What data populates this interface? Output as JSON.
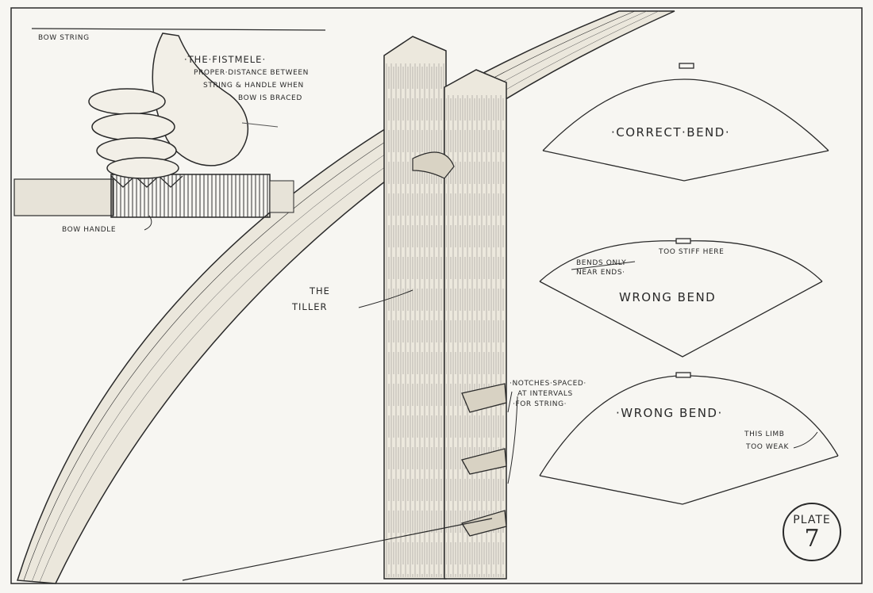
{
  "labels": {
    "bow_string": "BOW STRING",
    "fistmele_title": "·THE·FISTMELE·",
    "fistmele_line1": "PROPER·DISTANCE BETWEEN",
    "fistmele_line2": "STRING & HANDLE WHEN",
    "fistmele_line3": "BOW IS BRACED",
    "bow_handle": "BOW HANDLE",
    "tiller_line1": "THE",
    "tiller_line2": "TILLER",
    "correct_bend": "·CORRECT·BEND·",
    "too_stiff": "TOO STIFF HERE",
    "bends_only_line1": "BENDS ONLY",
    "bends_only_line2": "NEAR ENDS·",
    "wrong_bend_1": "WRONG BEND",
    "wrong_bend_2": "·WRONG BEND·",
    "limb_weak_line1": "THIS LIMB",
    "limb_weak_line2": "TOO WEAK",
    "notches_line1": "·NOTCHES·SPACED·",
    "notches_line2": "AT INTERVALS",
    "notches_line3": "·FOR STRING·",
    "plate_word": "PLATE",
    "plate_number": "7"
  },
  "colors": {
    "ink": "#2a2a2a",
    "paper": "#f7f6f2",
    "wood": "#ebe7dc"
  },
  "icons": [
    "hand-drawing",
    "bow-handle-grip",
    "tiller-post",
    "bow-limb"
  ]
}
